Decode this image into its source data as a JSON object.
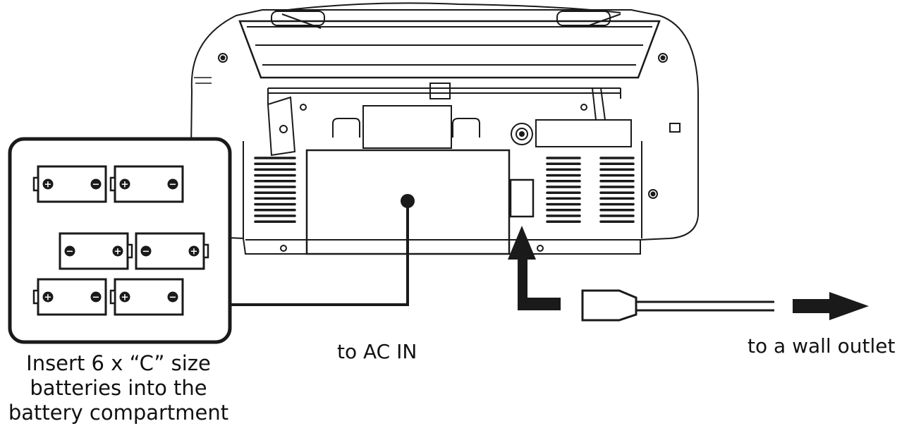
{
  "labels": {
    "battery_caption": [
      "Insert 6 x “C” size",
      "batteries into the",
      "battery compartment"
    ],
    "ac_in": "to AC IN",
    "wall_outlet": "to a wall outlet"
  },
  "battery": {
    "plus_symbol": "+",
    "minus_symbol": "−"
  },
  "colors": {
    "line": "#1a1a1a",
    "background": "#ffffff"
  }
}
